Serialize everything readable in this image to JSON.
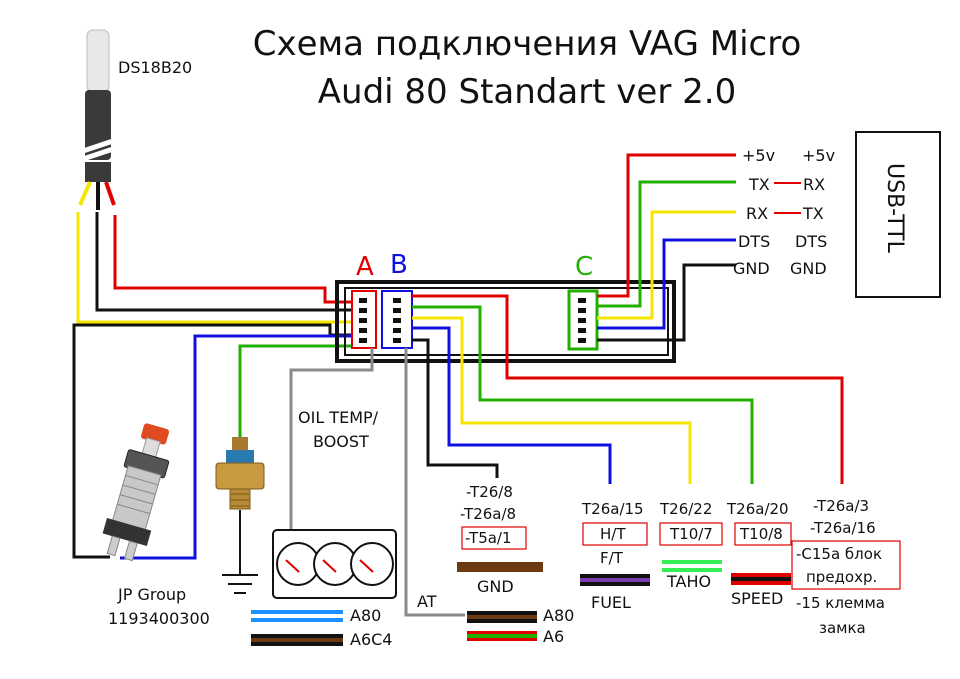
{
  "title": {
    "line1": "Схема подключения VAG Micro",
    "line2": "Audi 80 Standart ver 2.0"
  },
  "sensor": {
    "label": "DS18B20"
  },
  "connectors": {
    "a": "A",
    "b": "B",
    "c": "C"
  },
  "usb_ttl": {
    "label": "USB-TTL",
    "left_pins": [
      "+5v",
      "TX",
      "RX",
      "DTS",
      "GND"
    ],
    "right_pins": [
      "+5v",
      "RX",
      "TX",
      "DTS",
      "GND"
    ]
  },
  "oil": {
    "line1": "OIL TEMP/",
    "line2": "BOOST"
  },
  "button": {
    "line1": "JP Group",
    "line2": "1193400300"
  },
  "gnd_block": {
    "line1": "-T26/8",
    "line2": "-T26a/8",
    "line3": "-T5a/1",
    "label": "GND"
  },
  "fuel_block": {
    "line1": "T26a/15",
    "line2": "H/T",
    "line3": "F/T",
    "label": "FUEL"
  },
  "taho_block": {
    "line1": "T26/22",
    "line2": "T10/7",
    "label": "TAHO"
  },
  "speed_block": {
    "line1": "T26a/20",
    "line2": "T10/8",
    "label": "SPEED"
  },
  "power_block": {
    "line1": "-T26a/3",
    "line2": "-T26a/16",
    "line3": "-C15a блок",
    "line4": "предохр.",
    "line5": "-15 клемма",
    "line6": "замка"
  },
  "at_label": "AT",
  "legend_left": {
    "a80": "A80",
    "a6c4": "A6C4"
  },
  "legend_right": {
    "a80": "A80",
    "a6": "A6"
  },
  "colors": {
    "red": "#e00000",
    "green": "#22b000",
    "yellow": "#f5e600",
    "blue": "#1010e0",
    "black": "#111111",
    "gray": "#8a8a8a",
    "brown": "#6b3a10",
    "purple": "#5a2a8a",
    "light_green": "#33ee55",
    "light_blue": "#1e90ff"
  }
}
